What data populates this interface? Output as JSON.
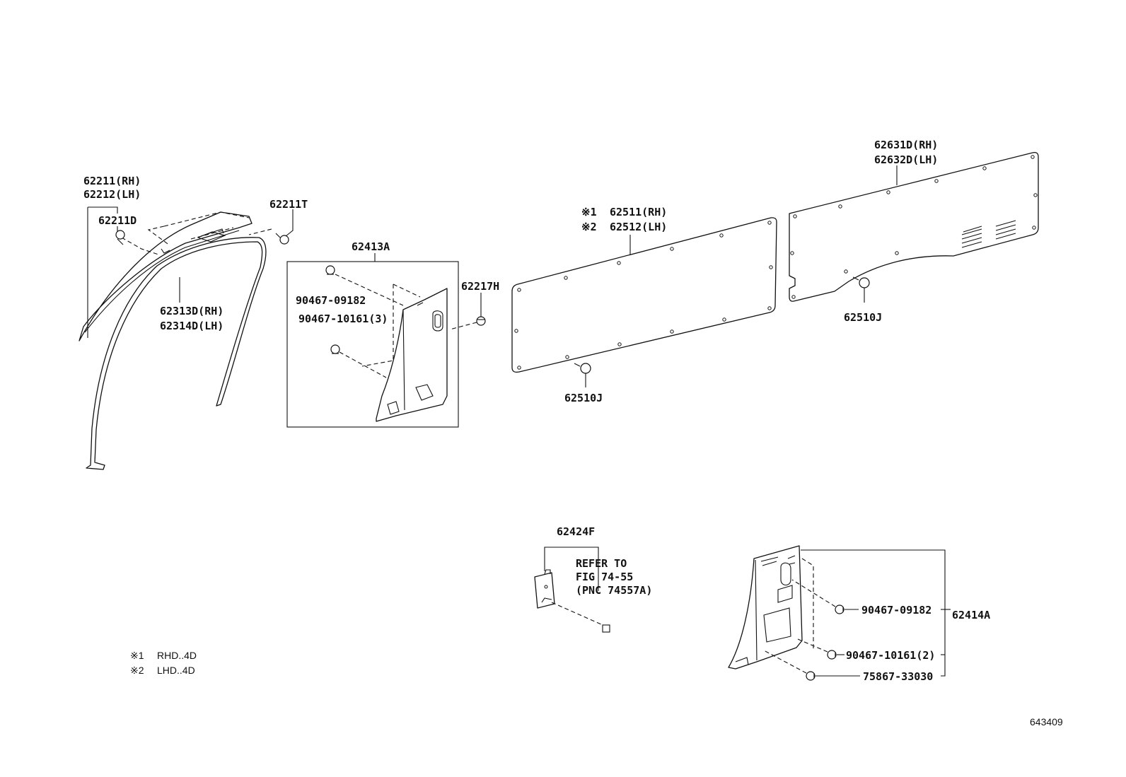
{
  "labels": {
    "p62211": "62211(RH)",
    "p62212": "62212(LH)",
    "p62211D": "62211D",
    "p62211T": "62211T",
    "p62313D": "62313D(RH)",
    "p62314D": "62314D(LH)",
    "p62413A": "62413A",
    "p90467_09182_a": "90467-09182",
    "p90467_10161_a": "90467-10161(3)",
    "p62217H": "62217H",
    "p62511_mark": "※1",
    "p62511": "62511(RH)",
    "p62512_mark": "※2",
    "p62512": "62512(LH)",
    "p62510J_a": "62510J",
    "p62631D": "62631D(RH)",
    "p62632D": "62632D(LH)",
    "p62510J_b": "62510J",
    "p62424F": "62424F",
    "refer_1": "REFER TO",
    "refer_2": "FIG 74-55",
    "refer_3": "(PNC 74557A)",
    "p90467_09182_b": "90467-09182",
    "p62414A": "62414A",
    "p90467_10161_b": "90467-10161(2)",
    "p75867_33030": "75867-33030"
  },
  "notes": {
    "note1_mark": "※1",
    "note1_text": "RHD..4D",
    "note2_mark": "※2",
    "note2_text": "LHD..4D"
  },
  "figure_code": "643409"
}
